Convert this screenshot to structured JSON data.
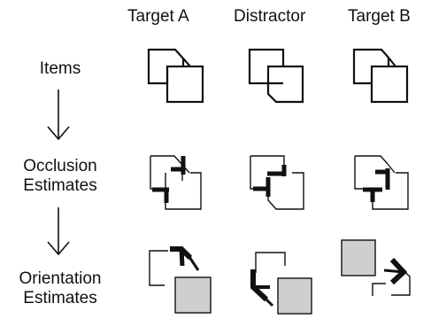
{
  "columns": [
    "Target A",
    "Distractor",
    "Target B"
  ],
  "rows": [
    {
      "lines": [
        "Items"
      ]
    },
    {
      "lines": [
        "Occlusion",
        "Estimates"
      ]
    },
    {
      "lines": [
        "Orientation",
        "Estimates"
      ]
    }
  ],
  "colors": {
    "stroke": "#111111",
    "fill": "#ffffff",
    "shaded": "#cfcfcf"
  }
}
